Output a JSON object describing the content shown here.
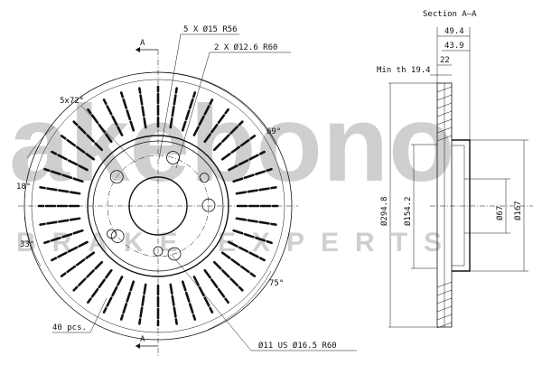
{
  "watermark": {
    "brand": "akebono",
    "tagline": "BRAKE EXPERTS"
  },
  "front_view": {
    "section_mark_top": "A",
    "section_mark_bottom": "A",
    "bolt_holes": "5 X Ø15 R56",
    "threaded_holes": "2 X Ø12.6 R60",
    "pattern_angle": "5x72°",
    "angle_69": "69°",
    "angle_18": "18°",
    "angle_33": "33°",
    "angle_75": "75°",
    "vanes_count": "40 pcs.",
    "center_holes": "Ø11 US Ø16.5 R60"
  },
  "section_view": {
    "title": "Section A–A",
    "dim_49_4": "49.4",
    "dim_43_9": "43.9",
    "dim_22": "22",
    "min_thickness": "Min th 19.4",
    "dia_294_8": "Ø294.8",
    "dia_154_2": "Ø154.2",
    "dia_67": "Ø67",
    "dia_167": "Ø167"
  }
}
